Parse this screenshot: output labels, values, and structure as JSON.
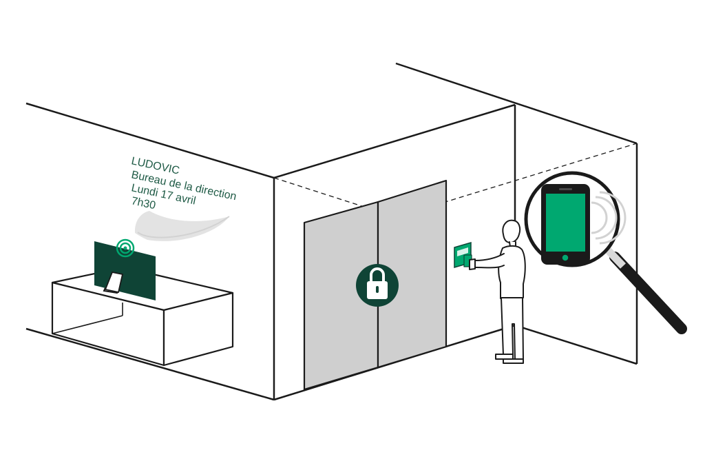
{
  "notification": {
    "name": "LUDOVIC",
    "location": "Bureau de la direction",
    "date": "Lundi 17 avril",
    "time": "7h30"
  },
  "colors": {
    "dark_green": "#0f4436",
    "bright_green": "#00a870",
    "door_gray": "#cfcfcf",
    "line": "#1a1a1a"
  },
  "icons": {
    "door_lock": "padlock-icon",
    "reader": "badge-reader-icon",
    "magnifier": "magnifying-glass-icon",
    "phone": "smartphone-icon",
    "nfc": "nfc-waves-icon"
  }
}
